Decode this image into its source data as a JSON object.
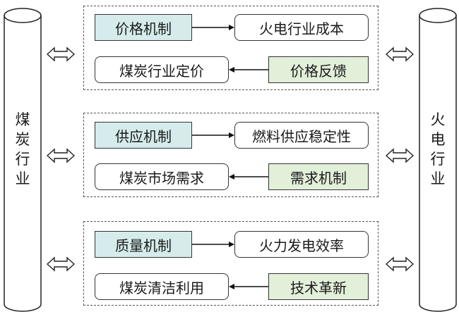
{
  "left_cylinder": {
    "label_chars": [
      "煤",
      "炭",
      "行",
      "业"
    ]
  },
  "right_cylinder": {
    "label_chars": [
      "火",
      "电",
      "行",
      "业"
    ]
  },
  "groups": [
    {
      "top_left": "价格机制",
      "top_right": "火电行业成本",
      "bottom_left": "煤炭行业定价",
      "bottom_right": "价格反馈"
    },
    {
      "top_left": "供应机制",
      "top_right": "燃料供应稳定性",
      "bottom_left": "煤炭市场需求",
      "bottom_right": "需求机制"
    },
    {
      "top_left": "质量机制",
      "top_right": "火力发电效率",
      "bottom_left": "煤炭清洁利用",
      "bottom_right": "技术革新"
    }
  ],
  "colors": {
    "mechanism_fill": "#d6ecec",
    "feedback_fill": "#e2efd9",
    "outline": "#333333"
  }
}
